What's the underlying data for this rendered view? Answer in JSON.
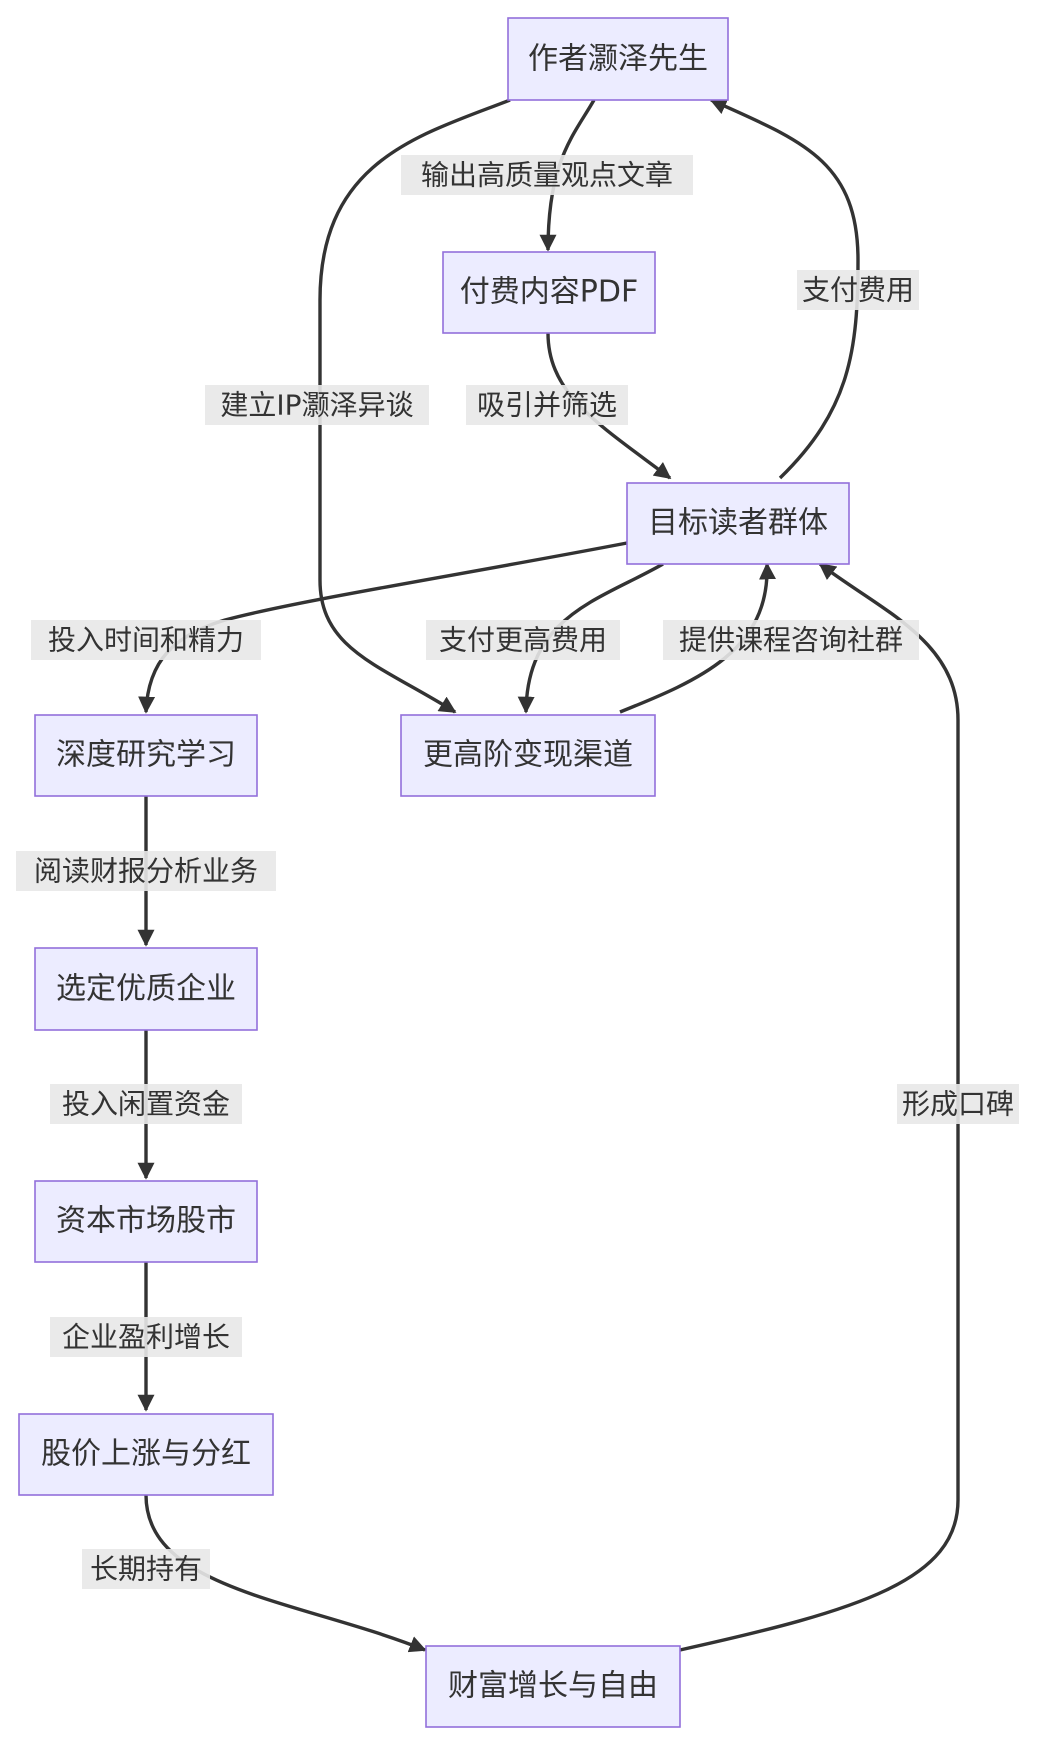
{
  "nodes": {
    "author": "作者灏泽先生",
    "pdf": "付费内容PDF",
    "readers": "目标读者群体",
    "monetize": "更高阶变现渠道",
    "research": "深度研究学习",
    "select": "选定优质企业",
    "market": "资本市场股市",
    "stock": "股价上涨与分红",
    "wealth": "财富增长与自由"
  },
  "edges": {
    "author_pdf": "输出高质量观点文章",
    "readers_author": "支付费用",
    "author_monetize": "建立IP灏泽异谈",
    "pdf_readers": "吸引并筛选",
    "readers_research": "投入时间和精力",
    "readers_monetize": "支付更高费用",
    "monetize_readers": "提供课程咨询社群",
    "research_select": "阅读财报分析业务",
    "select_market": "投入闲置资金",
    "market_stock": "企业盈利增长",
    "stock_wealth": "长期持有",
    "wealth_readers": "形成口碑"
  },
  "colors": {
    "node_fill": "#ececff",
    "node_stroke": "#9370db",
    "edge": "#333333",
    "label_bg": "#e8e8e8"
  }
}
